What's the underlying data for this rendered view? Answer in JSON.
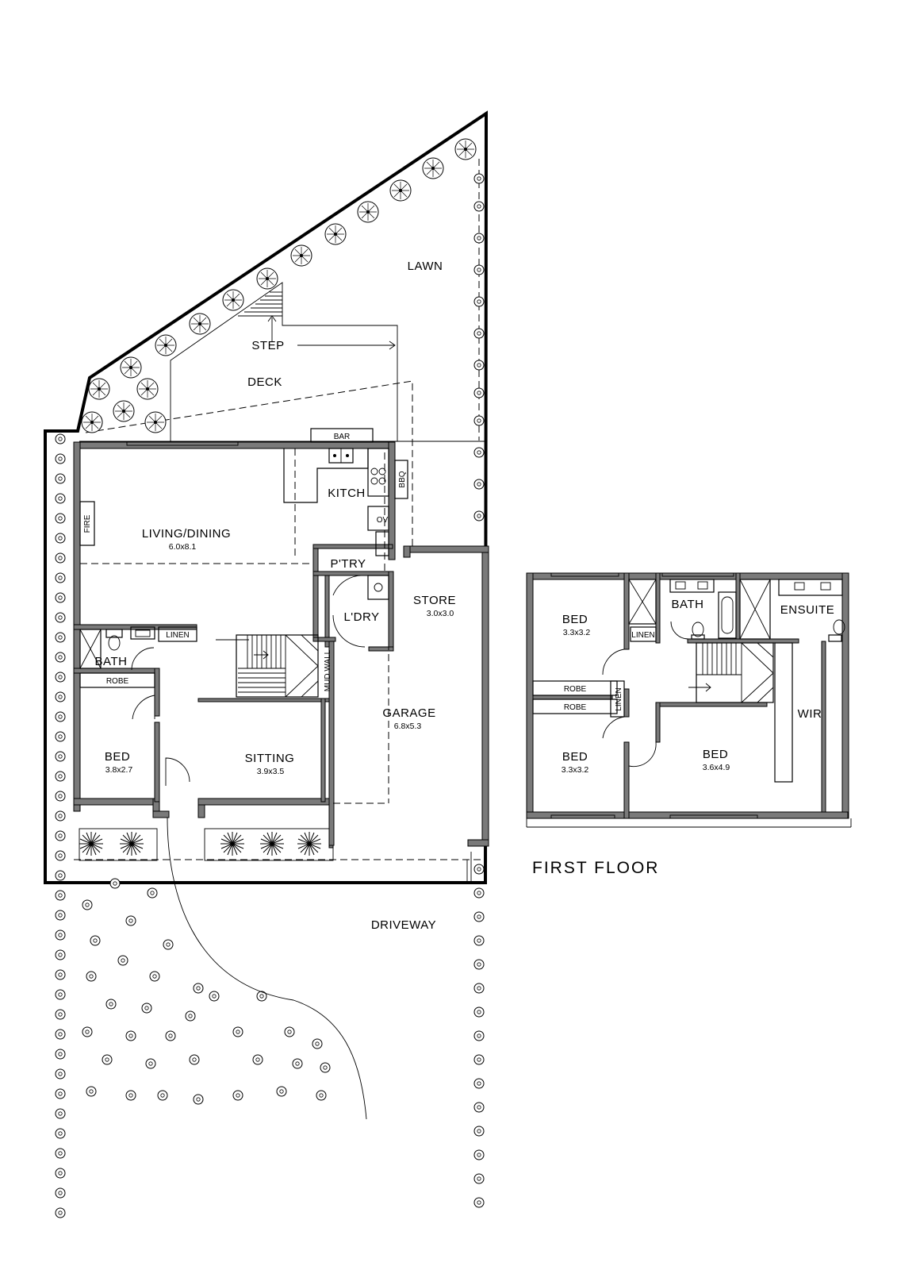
{
  "ground_floor": {
    "outdoor": {
      "lawn": "LAWN",
      "deck": "DECK",
      "step": "STEP",
      "driveway": "DRIVEWAY",
      "bar": "BAR",
      "bbq": "BBQ"
    },
    "rooms": {
      "living_dining": {
        "name": "LIVING/DINING",
        "size": "6.0x8.1"
      },
      "kitchen": {
        "name": "KITCH"
      },
      "oven": "OV",
      "pantry": "P'TRY",
      "laundry": "L'DRY",
      "store": {
        "name": "STORE",
        "size": "3.0x3.0"
      },
      "garage": {
        "name": "GARAGE",
        "size": "6.8x5.3"
      },
      "mud_wall": "MUD WALL",
      "fire": "FIRE",
      "bath": "BATH",
      "linen": "LINEN",
      "robe": "ROBE",
      "bed": {
        "name": "BED",
        "size": "3.8x2.7"
      },
      "sitting": {
        "name": "SITTING",
        "size": "3.9x3.5"
      }
    }
  },
  "first_floor": {
    "title": "FIRST FLOOR",
    "rooms": {
      "bed_top": {
        "name": "BED",
        "size": "3.3x3.2"
      },
      "bath": "BATH",
      "ensuite": "ENSUITE",
      "linen_top": "LINEN",
      "robe_1": "ROBE",
      "robe_2": "ROBE",
      "linen_side": "LINEN",
      "wir": "WIR",
      "bed_bottom": {
        "name": "BED",
        "size": "3.3x3.2"
      },
      "bed_master": {
        "name": "BED",
        "size": "3.6x4.9"
      }
    }
  }
}
